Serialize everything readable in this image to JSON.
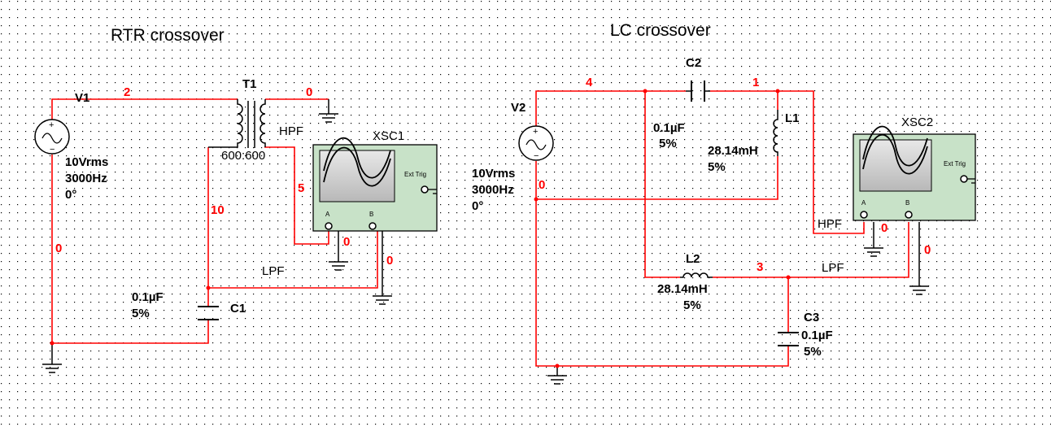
{
  "titles": {
    "left": "RTR crossover",
    "right": "LC crossover"
  },
  "left": {
    "source": {
      "name": "V1",
      "voltage": "10Vrms",
      "freq": "3000Hz",
      "phase": "0°"
    },
    "transformer": {
      "name": "T1",
      "ratio": "600:600"
    },
    "capacitor": {
      "name": "C1",
      "value": "0.1µF",
      "tol": "5%"
    },
    "scope": {
      "name": "XSC1",
      "trig": "Ext Trig",
      "chA": "A",
      "chB": "B"
    },
    "labels": {
      "hpf": "HPF",
      "lpf": "LPF"
    },
    "nodes": {
      "n2": "2",
      "n0a": "0",
      "n5": "5",
      "n10": "10",
      "n0b": "0",
      "n0c": "0",
      "n0d": "0"
    }
  },
  "right": {
    "source": {
      "name": "V2",
      "voltage": "10Vrms",
      "freq": "3000Hz",
      "phase": "0°"
    },
    "c2": {
      "name": "C2",
      "value": "0.1µF",
      "tol": "5%"
    },
    "l1": {
      "name": "L1",
      "value": "28.14mH",
      "tol": "5%"
    },
    "l2": {
      "name": "L2",
      "value": "28.14mH",
      "tol": "5%"
    },
    "c3": {
      "name": "C3",
      "value": "0.1µF",
      "tol": "5%"
    },
    "scope": {
      "name": "XSC2",
      "trig": "Ext Trig",
      "chA": "A",
      "chB": "B"
    },
    "labels": {
      "hpf": "HPF",
      "lpf": "LPF"
    },
    "nodes": {
      "n4": "4",
      "n1": "1",
      "n0a": "0",
      "n0b": "0",
      "n0c": "0",
      "n3": "3"
    }
  }
}
